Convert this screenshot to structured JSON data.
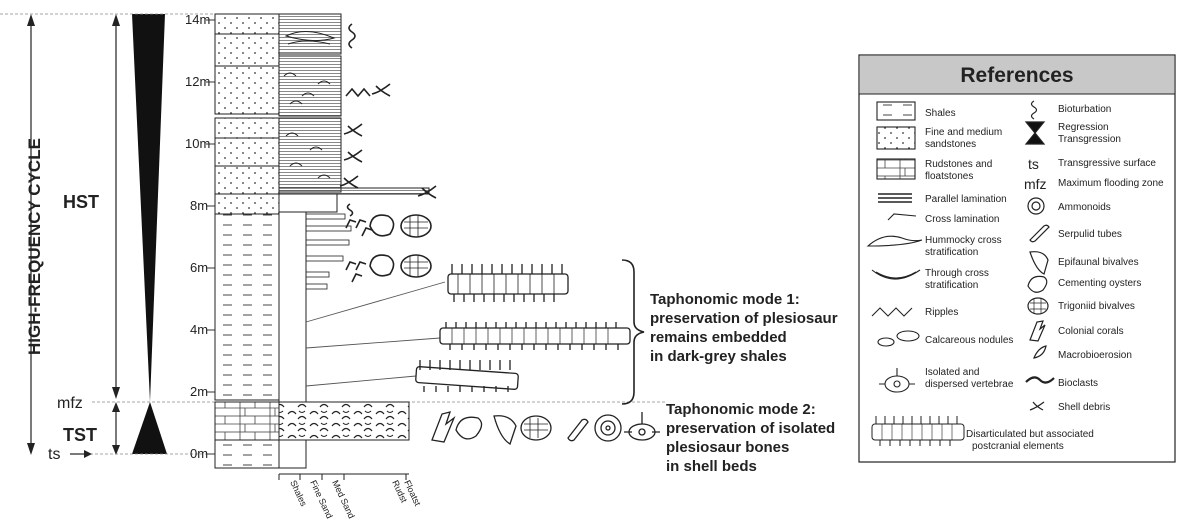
{
  "cycle": {
    "label": "HIGH-FREQUENCY CYCLE",
    "hst": "HST",
    "tst": "TST",
    "mfz": "mfz",
    "ts": "ts"
  },
  "scale": {
    "ticks": [
      "14m",
      "12m",
      "10m",
      "8m",
      "6m",
      "4m",
      "2m",
      "0m"
    ]
  },
  "grain_axis": {
    "labels": [
      "Shales",
      "Fine Sand",
      "Med Sand",
      "Floatst",
      "Rudst"
    ]
  },
  "mode1": {
    "lines": [
      "Taphonomic mode 1:",
      "preservation of plesiosaur",
      "remains embedded",
      "in dark-grey shales"
    ]
  },
  "mode2": {
    "lines": [
      "Taphonomic mode 2:",
      "preservation of isolated",
      "plesiosaur bones",
      "in shell beds"
    ]
  },
  "legend": {
    "title": "References",
    "left_items": [
      {
        "icon": "shales-pattern-icon",
        "lines": [
          "Shales"
        ]
      },
      {
        "icon": "sandstone-pattern-icon",
        "lines": [
          "Fine and medium",
          "sandstones"
        ]
      },
      {
        "icon": "rudstone-pattern-icon",
        "lines": [
          "Rudstones and",
          "floatstones"
        ]
      },
      {
        "icon": "parallel-lamination-icon",
        "lines": [
          "Parallel lamination"
        ]
      },
      {
        "icon": "cross-lamination-icon",
        "lines": [
          "Cross lamination"
        ]
      },
      {
        "icon": "hummocky-icon",
        "lines": [
          "Hummocky cross",
          "stratification"
        ]
      },
      {
        "icon": "through-cross-icon",
        "lines": [
          "Through cross",
          "stratification"
        ]
      },
      {
        "icon": "ripples-icon",
        "lines": [
          "Ripples"
        ]
      },
      {
        "icon": "nodules-icon",
        "lines": [
          "Calcareous nodules"
        ]
      },
      {
        "icon": "vertebra-icon",
        "lines": [
          "Isolated and",
          "dispersed vertebrae"
        ]
      }
    ],
    "right_items": [
      {
        "icon": "bioturbation-icon",
        "lines": [
          "Bioturbation"
        ]
      },
      {
        "icon": "regression-transgression-icon",
        "lines": [
          "Regression",
          "Transgression"
        ]
      },
      {
        "icon": "ts-abbrev",
        "symbol": "ts",
        "lines": [
          "Transgressive surface"
        ]
      },
      {
        "icon": "mfz-abbrev",
        "symbol": "mfz",
        "lines": [
          "Maximum flooding zone"
        ]
      },
      {
        "icon": "ammonoid-icon",
        "lines": [
          "Ammonoids"
        ]
      },
      {
        "icon": "serpulid-icon",
        "lines": [
          "Serpulid tubes"
        ]
      },
      {
        "icon": "epifaunal-bivalve-icon",
        "lines": [
          "Epifaunal bivalves"
        ]
      },
      {
        "icon": "oyster-icon",
        "lines": [
          "Cementing oysters"
        ]
      },
      {
        "icon": "trigoniid-icon",
        "lines": [
          "Trigoniid bivalves"
        ]
      },
      {
        "icon": "coral-icon",
        "lines": [
          "Colonial corals"
        ]
      },
      {
        "icon": "macrobioerosion-icon",
        "lines": [
          "Macrobioerosion"
        ]
      },
      {
        "icon": "bioclasts-icon",
        "lines": [
          "Bioclasts"
        ]
      },
      {
        "icon": "shell-debris-icon",
        "lines": [
          "Shell debris"
        ]
      }
    ],
    "bottom_item": {
      "icon": "vertebral-series-icon",
      "lines": [
        "Disarticulated but associated",
        "postcranial elements"
      ]
    }
  }
}
